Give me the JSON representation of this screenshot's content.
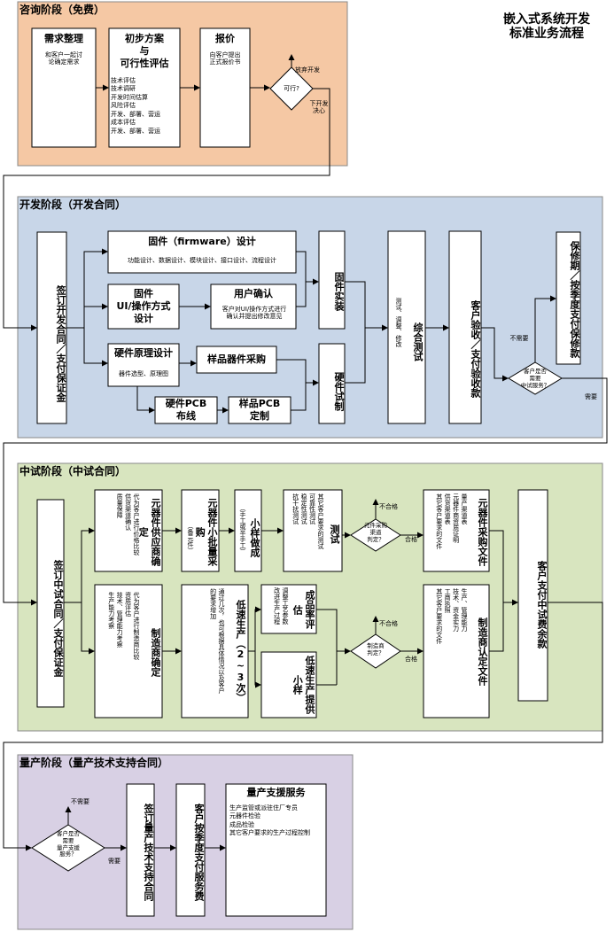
{
  "title": {
    "line1": "嵌入式系统开发",
    "line2": "标准业务流程"
  },
  "stage1": {
    "title": "咨询阶段（免费）",
    "req_title": "需求整理",
    "req_note": "和客户一起讨\n论确定需求",
    "plan_title": "初步方案\n与\n可行性评估",
    "plan_note": "技术评估\n    技术调研\n    开发时间估算\n风险评估\n    开发、部署、营运\n成本评估\n    开发、部署、营运",
    "quote_title": "报价",
    "quote_note": "向客户提出\n正式报价书",
    "diamond": "可行?",
    "abandon": "放弃开发",
    "decide": "下开发\n决心"
  },
  "stage2": {
    "title": "开发阶段（开发合同）",
    "sign": "签订开发合同／支付保证金",
    "fw_title": "固件（firmware）设计",
    "fw_note": "功能设计、数据设计、模块设计、接口设计、流程设计",
    "ui_title": "固件\nUI/操作方式\n设计",
    "confirm_title": "用户确认",
    "confirm_note": "客户对UI/操作方式进行\n确认并提出修改意见",
    "hw_title": "硬件原理设计",
    "hw_note": "器件选型、原理图",
    "purchase_title": "样品器件采购",
    "pcb_title": "硬件PCB\n布线",
    "pcbmake_title": "样品PCB\n定制",
    "fw_install": "固件实装",
    "hw_test": "硬件试制",
    "test_note": "测试、调整、修改",
    "integ": "综合测试",
    "accept": "客户验收／支付验收款",
    "warranty": "保修期／按季度支付保修款",
    "diamond": "客户是否\n需要\n中试服务？",
    "no_need": "不需要",
    "need": "需要"
  },
  "stage3": {
    "title": "中试阶段（中试合同）",
    "sign": "签订中试合同／支付保证金",
    "supplier_title": "元器件供应商确定",
    "supplier_note": "代为客户进行价格比较\n供货渠道确认\n质量保障",
    "small_buy_title": "元器件小批量采购",
    "small_buy_note": "（备元件）",
    "sample_title": "小样做成",
    "sample_note": "（手工或半手工）",
    "test_title": "测试",
    "test_note": "其它客户要求的测试\n可靠性测试\n稳定性测试\n抗干扰测试",
    "d1": "元件采购\n渠道\n判定？",
    "unqualified1": "不合格",
    "qualified1": "合格",
    "comp_doc_title": "元器件采购文件",
    "comp_doc_note": "量产渠道表\n元器件商资质证明\n供货渠道表\n其它客户要求的文件",
    "pay": "客户支付中试费余款",
    "mfr_title": "制造商确定",
    "mfr_note": "代为客户进行制造商比较\n资质评估\n技术、管理能力考察\n生产能力考察",
    "lowprod_title": "低速生产（2~3次）",
    "lowprod_note": "通过几次，也可根据具体情况以及客户\n的要求增加",
    "yield_title": "成品率评估",
    "yield_note": "调整工艺参数\n改进生产过程",
    "lowsample_title": "低速生产提供小样",
    "d2": "制造商\n判定？",
    "unqualified2": "不合格",
    "qualified2": "合格",
    "mfr_doc_title": "制造商认定文件",
    "mfr_doc_note": "生产、管理能力\n技术、资金实力\n工商执照\n其它客户要求的文件"
  },
  "stage4": {
    "title": "量产阶段（量产技术支持合同）",
    "diamond": "客户是否\n需要\n量产支援\n服务？",
    "no_need": "不需要",
    "need": "需要",
    "sign": "签订量产技术支持合同",
    "pay": "客户按季度支付服务费",
    "support_title": "量产支援服务",
    "support_note": "生产监管或派驻住厂专员\n元器件检验\n成品检验\n其它客户要求的生产过程控制"
  }
}
